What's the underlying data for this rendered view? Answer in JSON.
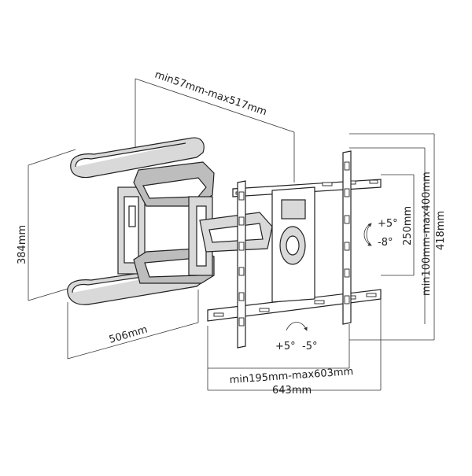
{
  "dimensions": {
    "depth": "min57mm-max517mm",
    "arm_height": "384mm",
    "wall_plate_width": "506mm",
    "vesa_vertical": "min100mm-max400mm",
    "bracket_height": "418mm",
    "rail_spacing": "250mm",
    "vesa_horizontal": "min195mm-max603mm",
    "bracket_width": "643mm"
  },
  "rotation": {
    "tilt_up": "+5°",
    "tilt_down": "-8°",
    "swivel_left": "+5°",
    "swivel_right": "-5°"
  },
  "icons": {
    "tilt": "curved-rotate-arrows-icon",
    "swivel": "curved-rotate-arrow-icon"
  }
}
